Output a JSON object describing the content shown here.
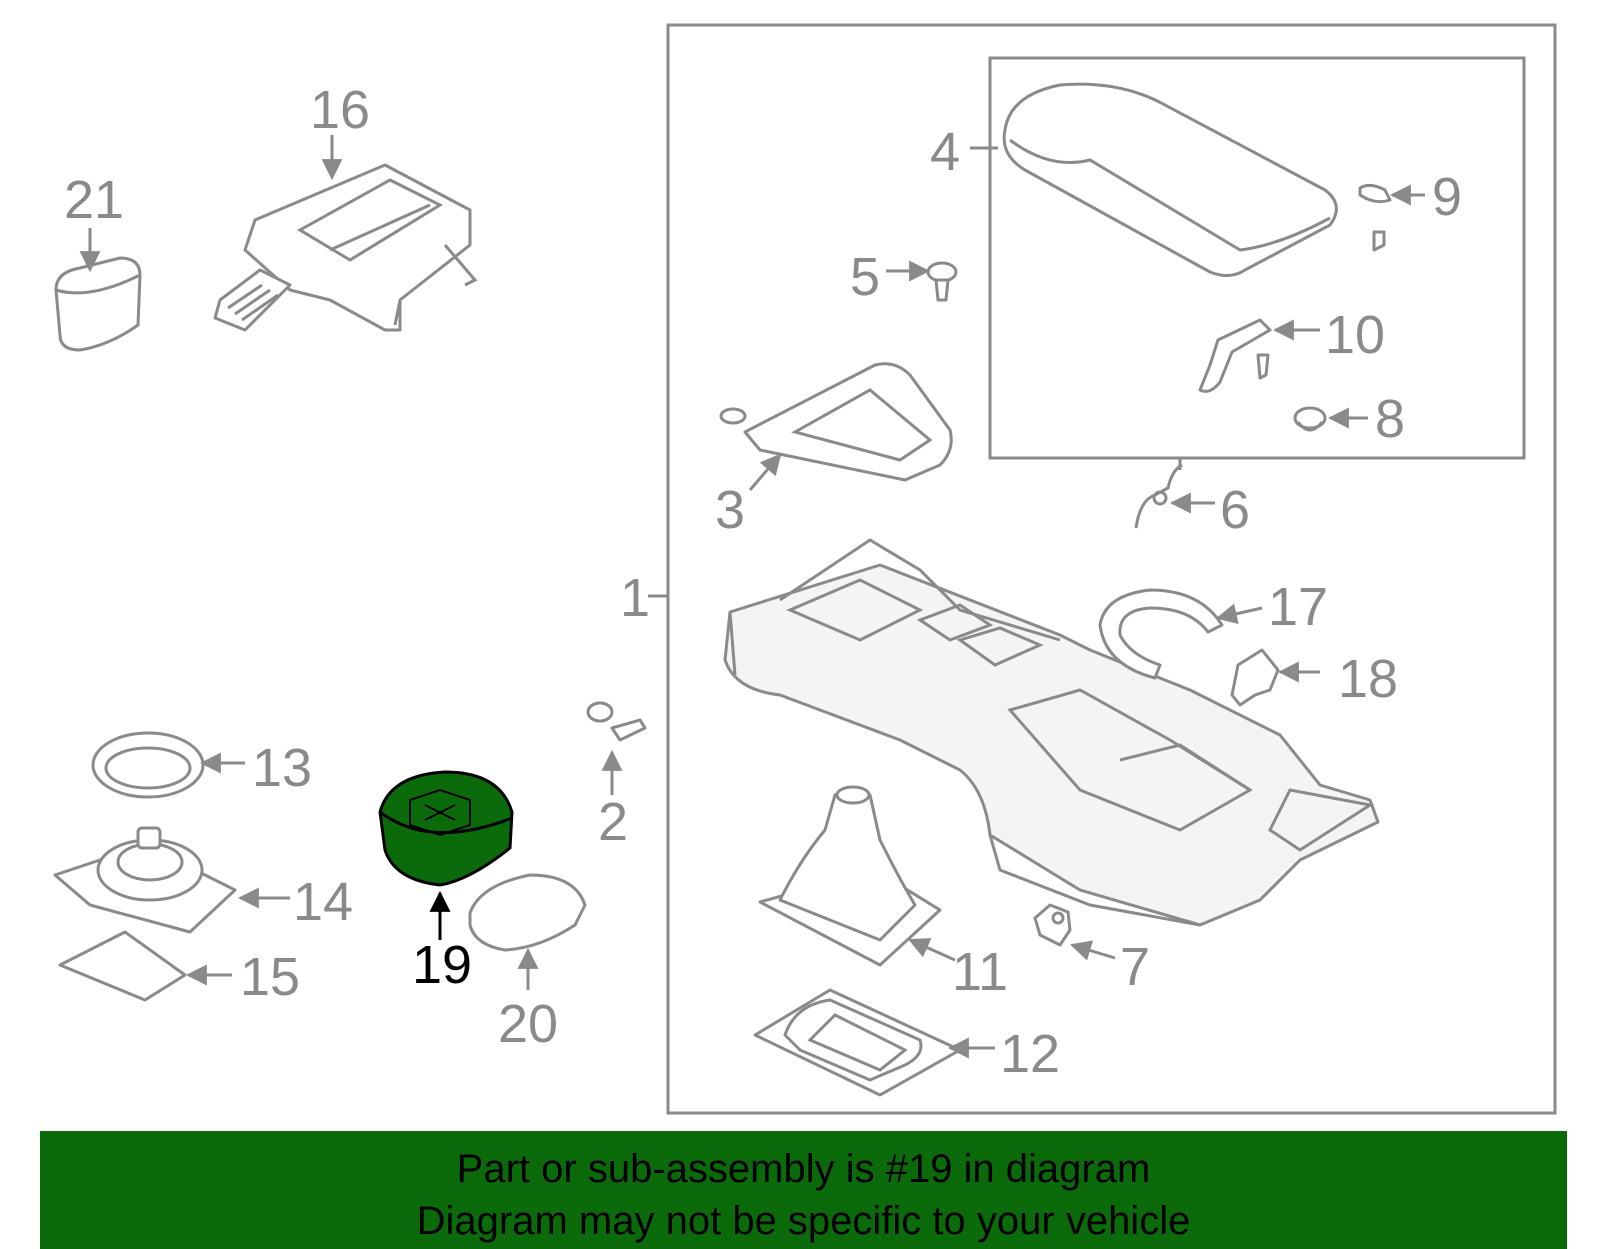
{
  "diagram": {
    "highlight_part": "19",
    "highlight_color": "#0b6b0b",
    "line_color": "#8a8a8a",
    "callouts": {
      "c1": "1",
      "c2": "2",
      "c3": "3",
      "c4": "4",
      "c5": "5",
      "c6": "6",
      "c7": "7",
      "c8": "8",
      "c9": "9",
      "c10": "10",
      "c11": "11",
      "c12": "12",
      "c13": "13",
      "c14": "14",
      "c15": "15",
      "c16": "16",
      "c17": "17",
      "c18": "18",
      "c19": "19",
      "c20": "20",
      "c21": "21"
    }
  },
  "banner": {
    "line1": "Part or sub-assembly is #19 in diagram",
    "line2": "Diagram may not be specific to your vehicle",
    "background": "#0b6b0b"
  }
}
